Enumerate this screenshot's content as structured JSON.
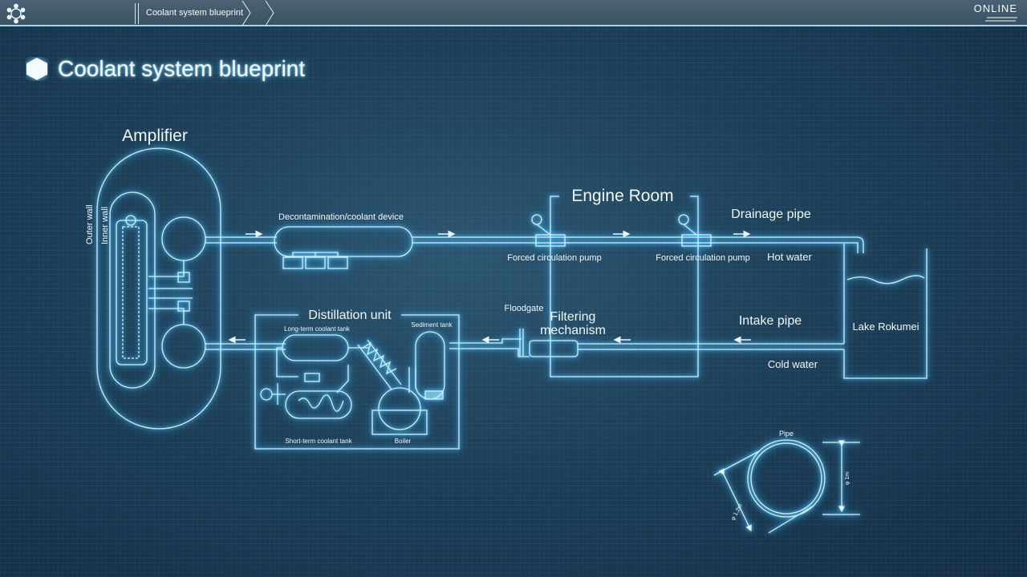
{
  "header": {
    "breadcrumb": "Coolant system blueprint",
    "status": "ONLINE"
  },
  "page": {
    "title": "Coolant system blueprint"
  },
  "diagram": {
    "amplifier": "Amplifier",
    "outer_wall": "Outer wall",
    "inner_wall": "Inner wall",
    "decon_device": "Decontamination/coolant device",
    "engine_room": "Engine Room",
    "pump_1": "Forced circulation pump",
    "pump_2": "Forced circulation pump",
    "drainage_pipe": "Drainage pipe",
    "hot_water": "Hot water",
    "lake": "Lake Rokumei",
    "intake_pipe": "Intake pipe",
    "cold_water": "Cold water",
    "floodgate": "Floodgate",
    "filtering_1": "Filtering",
    "filtering_2": "mechanism",
    "distillation_unit": "Distillation unit",
    "long_term_tank": "Long-term coolant tank",
    "sediment_tank": "Sediment tank",
    "short_term_tank": "Short-term coolant tank",
    "boiler": "Boiler",
    "pipe_title": "Pipe",
    "pipe_dim_inner": "φ 1m",
    "pipe_dim_outer": "φ 1.2m"
  },
  "colors": {
    "line": "#cdf0ff",
    "glow": "#4fc3ff",
    "bar": "#40596b"
  },
  "icons": [
    "network-logo-icon",
    "hexagon-icon",
    "chevron-right-icon",
    "flow-arrow-icon"
  ]
}
